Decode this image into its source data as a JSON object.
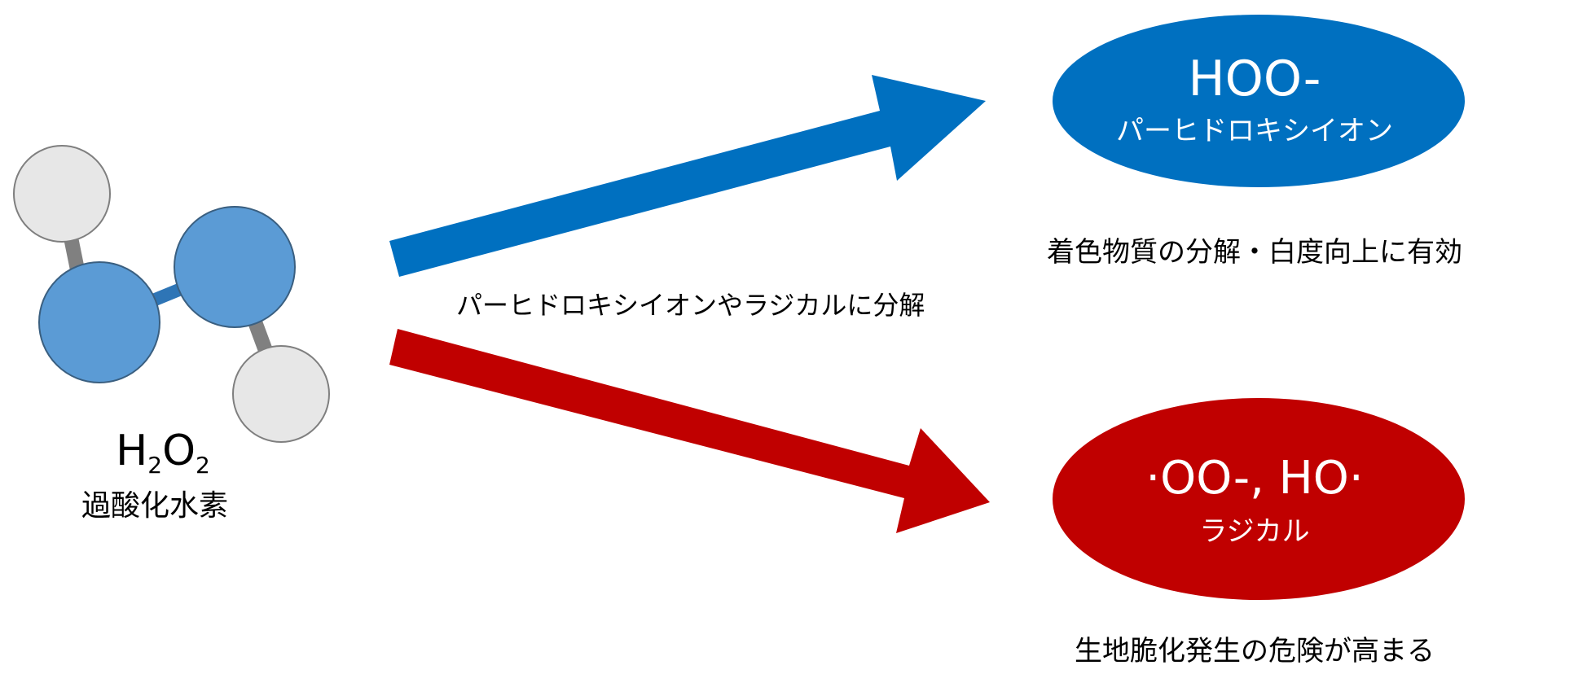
{
  "molecule": {
    "formula": {
      "h": "H",
      "h_sub": "2",
      "o": "O",
      "o_sub": "2"
    },
    "name": "過酸化水素",
    "colors": {
      "oxygen": "#5b9bd5",
      "hydrogen": "#e7e7e7",
      "bond": "#808080",
      "outline": "#595959"
    }
  },
  "decomposition_label": "パーヒドロキシイオンやラジカルに分解",
  "products": {
    "ion": {
      "formula": "HOO-",
      "name": "パーヒドロキシイオン",
      "effect": "着色物質の分解・白度向上に有効",
      "color": "#0070c0"
    },
    "radical": {
      "formula": "·OO-, HO·",
      "name": "ラジカル",
      "effect": "生地脆化発生の危険が高まる",
      "color": "#c00000"
    }
  }
}
